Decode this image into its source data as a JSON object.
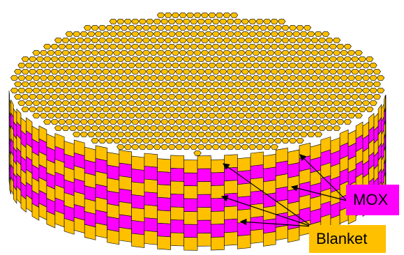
{
  "diagram": {
    "labels": {
      "mox": "MOX",
      "blanket": "Blanket"
    },
    "colors": {
      "mox": "#ff00ff",
      "blanket": "#ffc000",
      "outline": "#000000",
      "background": "#ffffff"
    },
    "axial_layers": [
      "blanket",
      "mox",
      "blanket",
      "mox",
      "blanket",
      "mox",
      "blanket"
    ]
  }
}
